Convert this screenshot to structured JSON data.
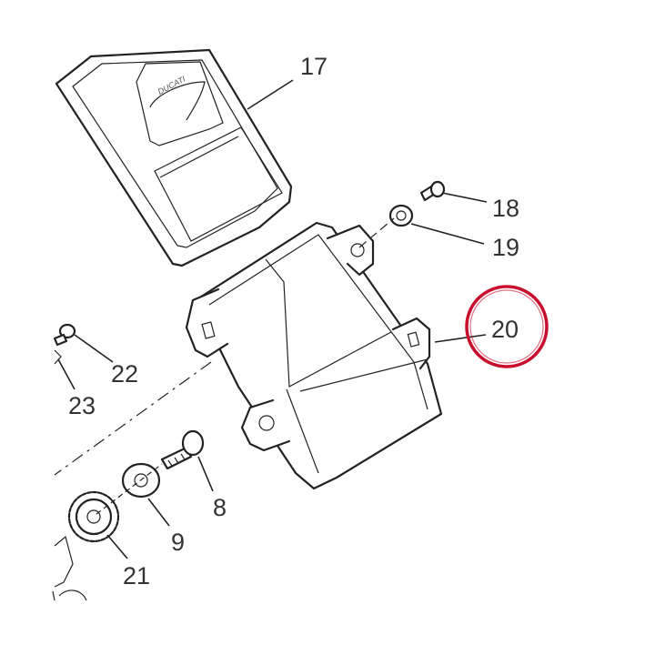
{
  "diagram": {
    "callouts": [
      {
        "id": "17",
        "label": "17"
      },
      {
        "id": "18",
        "label": "18"
      },
      {
        "id": "19",
        "label": "19"
      },
      {
        "id": "20",
        "label": "20",
        "highlighted": true
      },
      {
        "id": "22",
        "label": "22"
      },
      {
        "id": "23",
        "label": "23"
      },
      {
        "id": "8",
        "label": "8"
      },
      {
        "id": "9",
        "label": "9"
      },
      {
        "id": "21",
        "label": "21"
      }
    ],
    "logo_text": "DUCATI",
    "highlight_color": "#c8102e"
  }
}
